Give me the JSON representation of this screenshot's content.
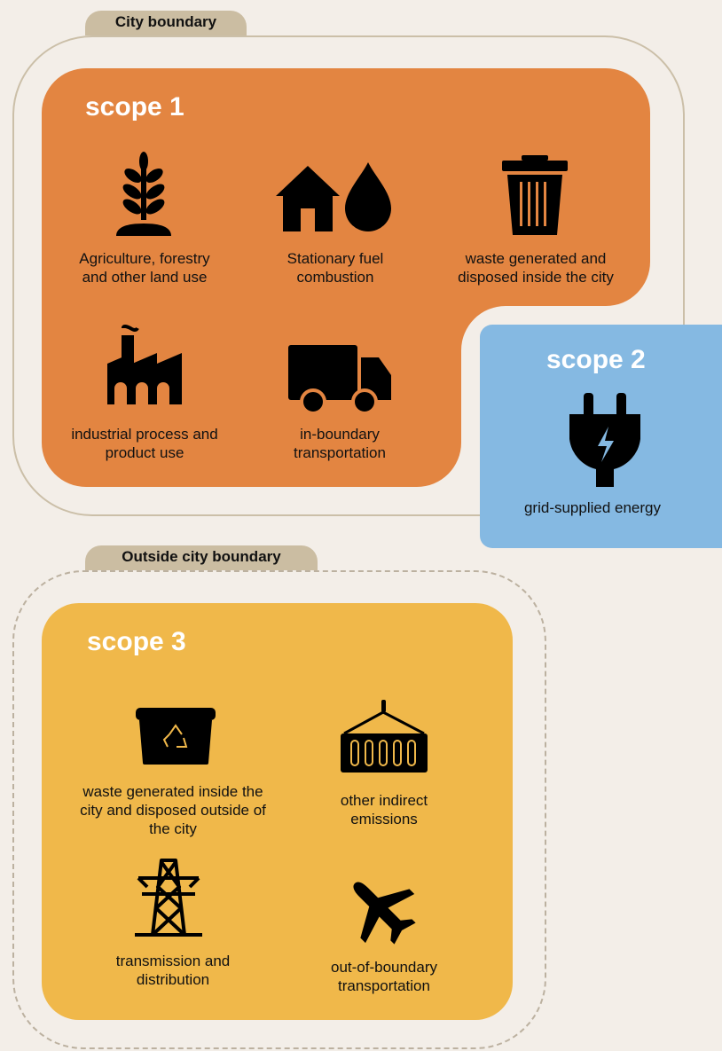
{
  "boundaries": {
    "city_label": "City boundary",
    "outside_label": "Outside city boundary"
  },
  "scope1": {
    "title": "scope 1",
    "items": [
      {
        "icon": "plant-icon",
        "label": "Agriculture, forestry and other land use"
      },
      {
        "icon": "house-and-droplet-icon",
        "label": "Stationary fuel combustion"
      },
      {
        "icon": "trash-bin-icon",
        "label": "waste generated and disposed inside the city"
      },
      {
        "icon": "factory-icon",
        "label": "industrial process and product use"
      },
      {
        "icon": "truck-icon",
        "label": "in-boundary transportation"
      }
    ]
  },
  "scope2": {
    "title": "scope 2",
    "items": [
      {
        "icon": "electric-plug-icon",
        "label": "grid-supplied energy"
      }
    ]
  },
  "scope3": {
    "title": "scope 3",
    "items": [
      {
        "icon": "recycling-bin-icon",
        "label": "waste generated inside the city and disposed outside of the city"
      },
      {
        "icon": "shipping-container-icon",
        "label": "other indirect emissions"
      },
      {
        "icon": "transmission-tower-icon",
        "label": "transmission and distribution"
      },
      {
        "icon": "airplane-icon",
        "label": "out-of-boundary transportation"
      }
    ]
  },
  "colors": {
    "background": "#f3eee8",
    "scope1": "#e38541",
    "scope2": "#85b9e2",
    "scope3": "#f0b84a",
    "boundary": "#cbbfa8",
    "tab": "#cbbda2"
  }
}
